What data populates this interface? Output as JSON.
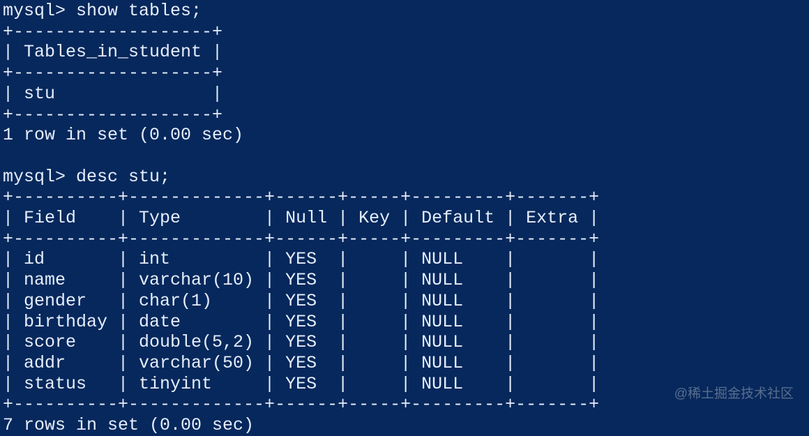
{
  "colors": {
    "background": "#07285c",
    "text": "#e5eefb",
    "watermark": "#9aa6ba"
  },
  "session": {
    "commands": [
      {
        "prompt": "mysql> ",
        "input": "show tables;",
        "result_table": {
          "headers": [
            "Tables_in_student"
          ],
          "rows": [
            [
              "stu"
            ]
          ]
        },
        "status_line": "1 row in set (0.00 sec)"
      },
      {
        "prompt": "mysql> ",
        "input": "desc stu;",
        "result_table": {
          "headers": [
            "Field",
            "Type",
            "Null",
            "Key",
            "Default",
            "Extra"
          ],
          "rows": [
            [
              "id",
              "int",
              "YES",
              "",
              "NULL",
              ""
            ],
            [
              "name",
              "varchar(10)",
              "YES",
              "",
              "NULL",
              ""
            ],
            [
              "gender",
              "char(1)",
              "YES",
              "",
              "NULL",
              ""
            ],
            [
              "birthday",
              "date",
              "YES",
              "",
              "NULL",
              ""
            ],
            [
              "score",
              "double(5,2)",
              "YES",
              "",
              "NULL",
              ""
            ],
            [
              "addr",
              "varchar(50)",
              "YES",
              "",
              "NULL",
              ""
            ],
            [
              "status",
              "tinyint",
              "YES",
              "",
              "NULL",
              ""
            ]
          ]
        },
        "status_line": "7 rows in set (0.00 sec)"
      }
    ]
  },
  "watermark": {
    "text": "@稀土掘金技术社区"
  }
}
